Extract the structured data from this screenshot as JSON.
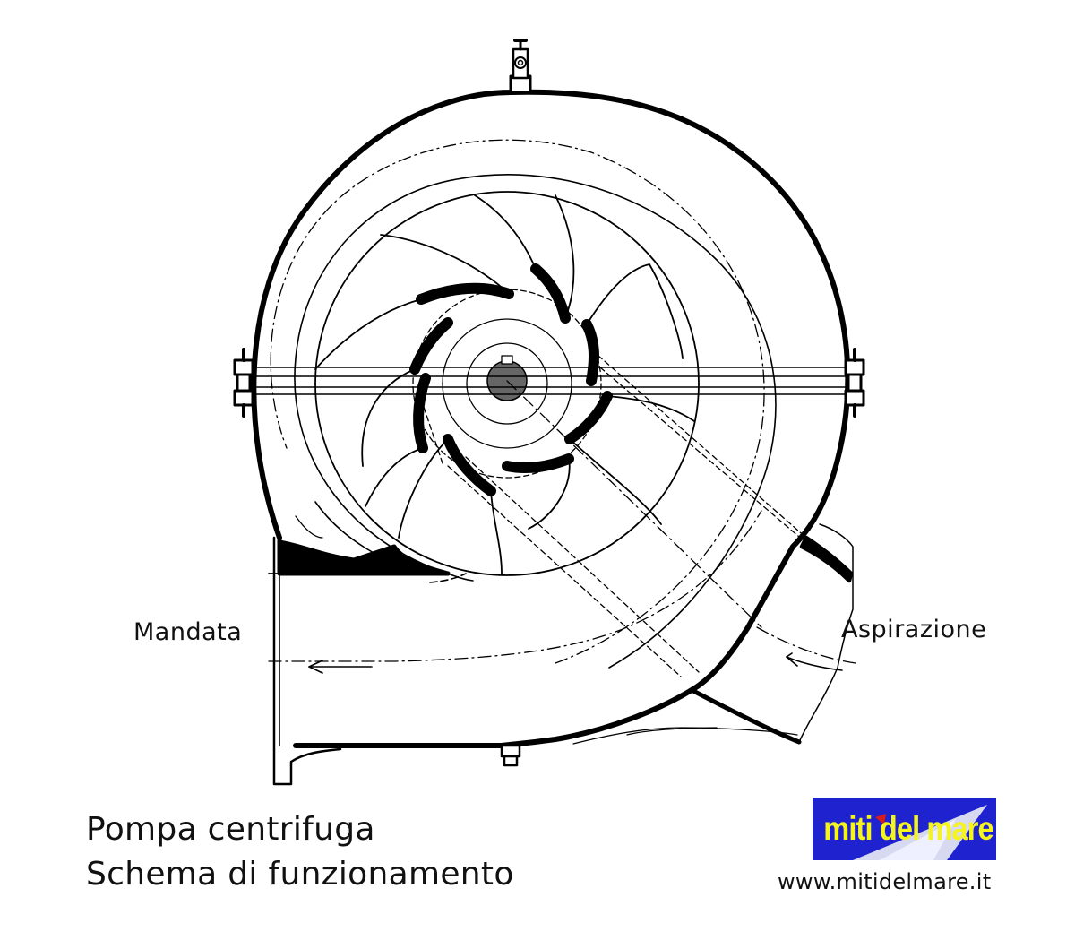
{
  "labels": {
    "outlet": "Mandata",
    "inlet": "Aspirazione"
  },
  "caption": {
    "title": "Pompa centrifuga",
    "subtitle": "Schema di funzionamento"
  },
  "logo": {
    "text": "miti del mare",
    "background_color": "#1e23cf",
    "text_color": "#f5f41c"
  },
  "website": "www.mitidelmare.it"
}
